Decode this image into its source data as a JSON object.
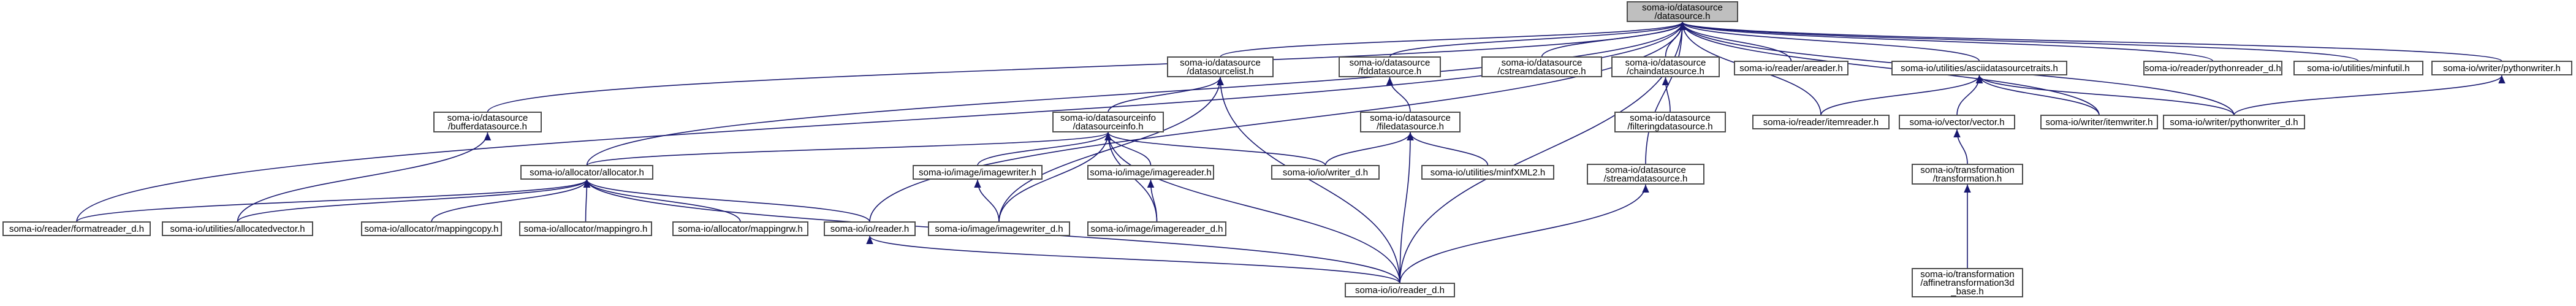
{
  "diagram": {
    "type": "include-dependency-graph",
    "colors": {
      "root_fill": "#bfbfbf",
      "node_fill": "#ffffff",
      "node_border": "#4d4d4d",
      "edge": "#191970"
    },
    "nodes": [
      {
        "id": "root",
        "lines": [
          "soma-io/datasource",
          "/datasource.h"
        ],
        "root": true
      },
      {
        "id": "datasourcelist",
        "lines": [
          "soma-io/datasource",
          "/datasourcelist.h"
        ]
      },
      {
        "id": "fddatasource",
        "lines": [
          "soma-io/datasource",
          "/fddatasource.h"
        ]
      },
      {
        "id": "cstreamdatasource",
        "lines": [
          "soma-io/datasource",
          "/cstreamdatasource.h"
        ]
      },
      {
        "id": "chaindatasource",
        "lines": [
          "soma-io/datasource",
          "/chaindatasource.h"
        ]
      },
      {
        "id": "areader",
        "lines": [
          "soma-io/reader/areader.h"
        ]
      },
      {
        "id": "asciidatasourcetraits",
        "lines": [
          "soma-io/utilities/asciidatasourcetraits.h"
        ]
      },
      {
        "id": "pythonreader_d",
        "lines": [
          "soma-io/reader/pythonreader_d.h"
        ]
      },
      {
        "id": "minfutil",
        "lines": [
          "soma-io/utilities/minfutil.h"
        ]
      },
      {
        "id": "pythonwriter",
        "lines": [
          "soma-io/writer/pythonwriter.h"
        ]
      },
      {
        "id": "bufferdatasource",
        "lines": [
          "soma-io/datasource",
          "/bufferdatasource.h"
        ]
      },
      {
        "id": "datasourceinfo",
        "lines": [
          "soma-io/datasourceinfo",
          "/datasourceinfo.h"
        ]
      },
      {
        "id": "filedatasource",
        "lines": [
          "soma-io/datasource",
          "/filedatasource.h"
        ]
      },
      {
        "id": "filteringdatasource",
        "lines": [
          "soma-io/datasource",
          "/filteringdatasource.h"
        ]
      },
      {
        "id": "itemreader",
        "lines": [
          "soma-io/reader/itemreader.h"
        ]
      },
      {
        "id": "vector",
        "lines": [
          "soma-io/vector/vector.h"
        ]
      },
      {
        "id": "itemwriter",
        "lines": [
          "soma-io/writer/itemwriter.h"
        ]
      },
      {
        "id": "pythonwriter_d",
        "lines": [
          "soma-io/writer/pythonwriter_d.h"
        ]
      },
      {
        "id": "allocator",
        "lines": [
          "soma-io/allocator/allocator.h"
        ]
      },
      {
        "id": "imagewriter",
        "lines": [
          "soma-io/image/imagewriter.h"
        ]
      },
      {
        "id": "imagereader",
        "lines": [
          "soma-io/image/imagereader.h"
        ]
      },
      {
        "id": "writer_d",
        "lines": [
          "soma-io/io/writer_d.h"
        ]
      },
      {
        "id": "minfxml2",
        "lines": [
          "soma-io/utilities/minfXML2.h"
        ]
      },
      {
        "id": "streamdatasource",
        "lines": [
          "soma-io/datasource",
          "/streamdatasource.h"
        ]
      },
      {
        "id": "transformation",
        "lines": [
          "soma-io/transformation",
          "/transformation.h"
        ]
      },
      {
        "id": "formatreader_d",
        "lines": [
          "soma-io/reader/formatreader_d.h"
        ]
      },
      {
        "id": "allocatedvector",
        "lines": [
          "soma-io/utilities/allocatedvector.h"
        ]
      },
      {
        "id": "mappingcopy",
        "lines": [
          "soma-io/allocator/mappingcopy.h"
        ]
      },
      {
        "id": "mappingro",
        "lines": [
          "soma-io/allocator/mappingro.h"
        ]
      },
      {
        "id": "mappingrw",
        "lines": [
          "soma-io/allocator/mappingrw.h"
        ]
      },
      {
        "id": "reader",
        "lines": [
          "soma-io/io/reader.h"
        ]
      },
      {
        "id": "imagewriter_d",
        "lines": [
          "soma-io/image/imagewriter_d.h"
        ]
      },
      {
        "id": "imagereader_d",
        "lines": [
          "soma-io/image/imagereader_d.h"
        ]
      },
      {
        "id": "affinetransformation3d",
        "lines": [
          "soma-io/transformation",
          "/affinetransformation3d",
          "_base.h"
        ]
      },
      {
        "id": "reader_d",
        "lines": [
          "soma-io/io/reader_d.h"
        ]
      }
    ],
    "edges": [
      [
        "datasourcelist",
        "root"
      ],
      [
        "fddatasource",
        "root"
      ],
      [
        "cstreamdatasource",
        "root"
      ],
      [
        "chaindatasource",
        "root"
      ],
      [
        "areader",
        "root"
      ],
      [
        "asciidatasourcetraits",
        "root"
      ],
      [
        "pythonreader_d",
        "root"
      ],
      [
        "minfutil",
        "root"
      ],
      [
        "pythonwriter",
        "root"
      ],
      [
        "bufferdatasource",
        "root"
      ],
      [
        "allocator",
        "root"
      ],
      [
        "formatreader_d",
        "root"
      ],
      [
        "reader",
        "root"
      ],
      [
        "reader_d",
        "root"
      ],
      [
        "streamdatasource",
        "root"
      ],
      [
        "itemreader",
        "root"
      ],
      [
        "itemwriter",
        "root"
      ],
      [
        "pythonwriter_d",
        "root"
      ],
      [
        "datasourceinfo",
        "datasourcelist"
      ],
      [
        "imagewriter_d",
        "datasourcelist"
      ],
      [
        "reader_d",
        "datasourcelist"
      ],
      [
        "filedatasource",
        "fddatasource"
      ],
      [
        "filteringdatasource",
        "chaindatasource"
      ],
      [
        "itemreader",
        "asciidatasourcetraits"
      ],
      [
        "vector",
        "asciidatasourcetraits"
      ],
      [
        "itemwriter",
        "asciidatasourcetraits"
      ],
      [
        "pythonwriter_d",
        "asciidatasourcetraits"
      ],
      [
        "pythonwriter_d",
        "pythonwriter"
      ],
      [
        "allocatedvector",
        "bufferdatasource"
      ],
      [
        "allocator",
        "datasourceinfo"
      ],
      [
        "imagewriter",
        "datasourceinfo"
      ],
      [
        "imagereader",
        "datasourceinfo"
      ],
      [
        "writer_d",
        "datasourceinfo"
      ],
      [
        "imagewriter_d",
        "datasourceinfo"
      ],
      [
        "imagereader_d",
        "datasourceinfo"
      ],
      [
        "reader_d",
        "datasourceinfo"
      ],
      [
        "writer_d",
        "filedatasource"
      ],
      [
        "minfxml2",
        "filedatasource"
      ],
      [
        "reader_d",
        "filedatasource"
      ],
      [
        "reader_d",
        "streamdatasource"
      ],
      [
        "transformation",
        "vector"
      ],
      [
        "affinetransformation3d",
        "transformation"
      ],
      [
        "formatreader_d",
        "allocator"
      ],
      [
        "allocatedvector",
        "allocator"
      ],
      [
        "mappingcopy",
        "allocator"
      ],
      [
        "mappingro",
        "allocator"
      ],
      [
        "mappingrw",
        "allocator"
      ],
      [
        "reader",
        "allocator"
      ],
      [
        "reader_d",
        "allocator"
      ],
      [
        "imagewriter_d",
        "imagewriter"
      ],
      [
        "imagereader_d",
        "imagereader"
      ],
      [
        "reader_d",
        "reader"
      ]
    ]
  }
}
